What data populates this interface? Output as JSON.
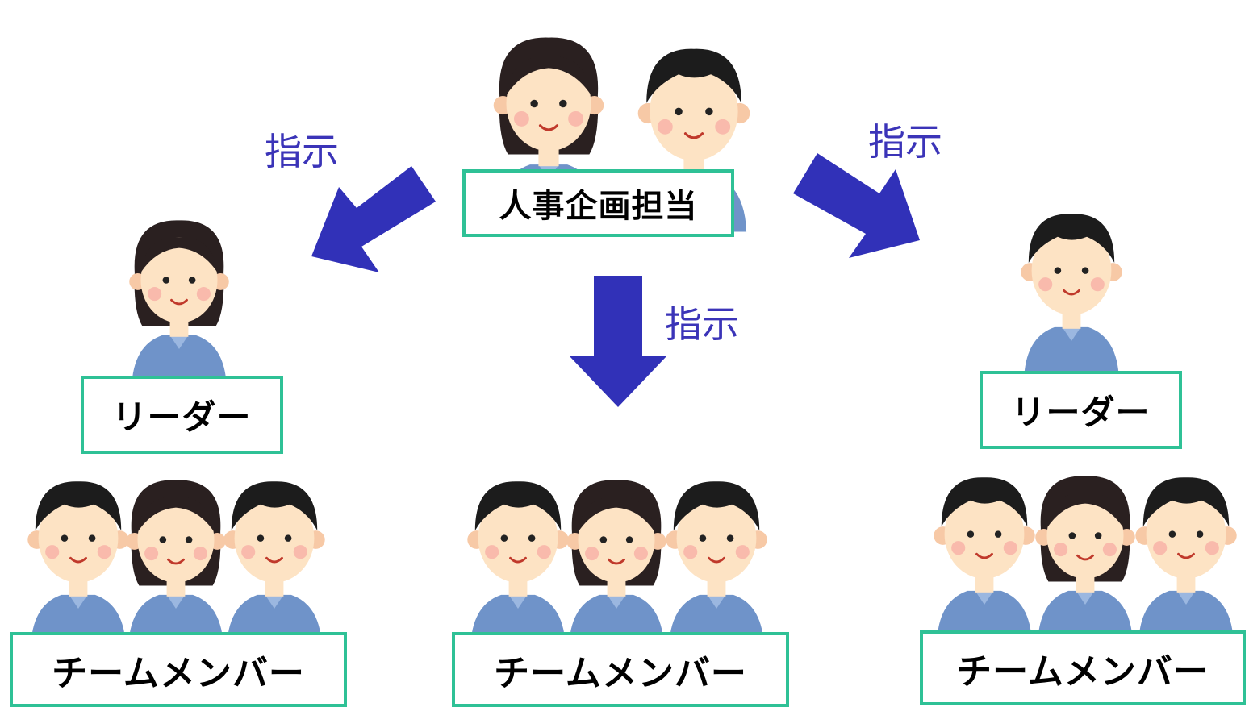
{
  "hr": {
    "label": "人事企画担当"
  },
  "instruction_label": "指示",
  "arrows": [
    {
      "name": "arrow-left",
      "label": "指示"
    },
    {
      "name": "arrow-center",
      "label": "指示"
    },
    {
      "name": "arrow-right",
      "label": "指示"
    }
  ],
  "teams": [
    {
      "name": "left",
      "leader": "リーダー",
      "members": "チームメンバー"
    },
    {
      "name": "center",
      "members": "チームメンバー"
    },
    {
      "name": "right",
      "leader": "リーダー",
      "members": "チームメンバー"
    }
  ],
  "colors": {
    "arrow": "#3131b8",
    "box_border": "#2fc196",
    "label_text": "#3b34b8",
    "uniform": "#6f93c9",
    "hair": "#1c1c1c",
    "skin": "#fde3c4"
  }
}
